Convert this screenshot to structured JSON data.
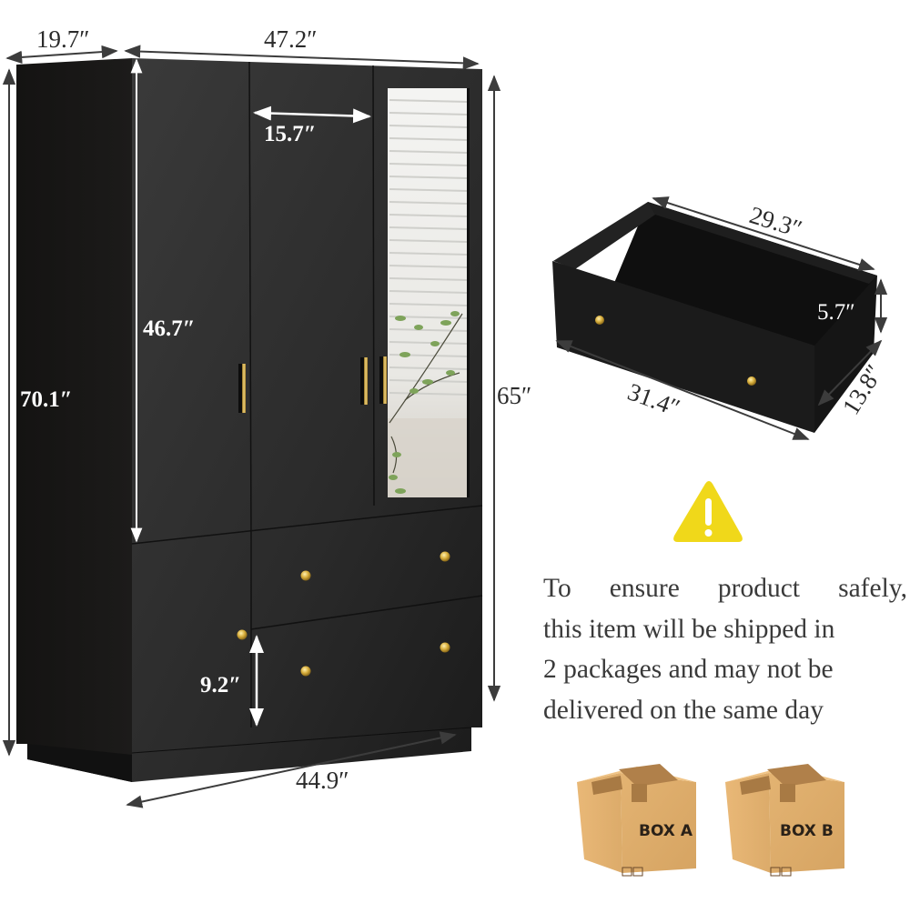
{
  "product": {
    "type": "wardrobe",
    "color": "#1c1b1a",
    "handle_color": "#c9a445"
  },
  "wardrobe_dimensions": {
    "depth": "19.7″",
    "top_width": "47.2″",
    "door_width": "15.7″",
    "door_height": "46.7″",
    "total_height": "70.1″",
    "front_height": "65″",
    "bottom_cabinet_height": "9.2″",
    "base_width": "44.9″"
  },
  "drawer_dimensions": {
    "inner_length": "29.3″",
    "height": "5.7″",
    "front_length": "31.4″",
    "depth": "13.8″"
  },
  "notice": {
    "icon": "warning-triangle-icon",
    "icon_color": "#f0d81a",
    "lines": [
      "To ensure product safely,",
      "this item will be shipped in",
      "2 packages and may not be",
      "delivered on the same day"
    ]
  },
  "packages": [
    {
      "label": "BOX A"
    },
    {
      "label": "BOX B"
    }
  ]
}
